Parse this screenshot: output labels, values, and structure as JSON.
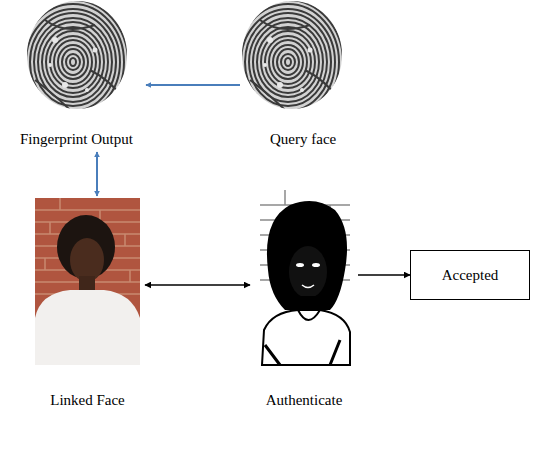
{
  "diagram": {
    "nodes": [
      {
        "text": [
          "Fingerprint Output"
        ]
      },
      {
        "text": [
          "Query face"
        ]
      },
      {
        "text": [
          "Linked Face"
        ]
      },
      {
        "text": [
          "Authenticate"
        ]
      },
      {
        "text": [
          "Accepted"
        ]
      }
    ],
    "edges": [
      {
        "from": 1,
        "to": 0,
        "arrow": "to"
      },
      {
        "from": 0,
        "to": 2,
        "arrow": "both"
      },
      {
        "from": 2,
        "to": 3,
        "arrow": "both"
      },
      {
        "from": 3,
        "to": 4,
        "arrow": "to"
      }
    ]
  }
}
